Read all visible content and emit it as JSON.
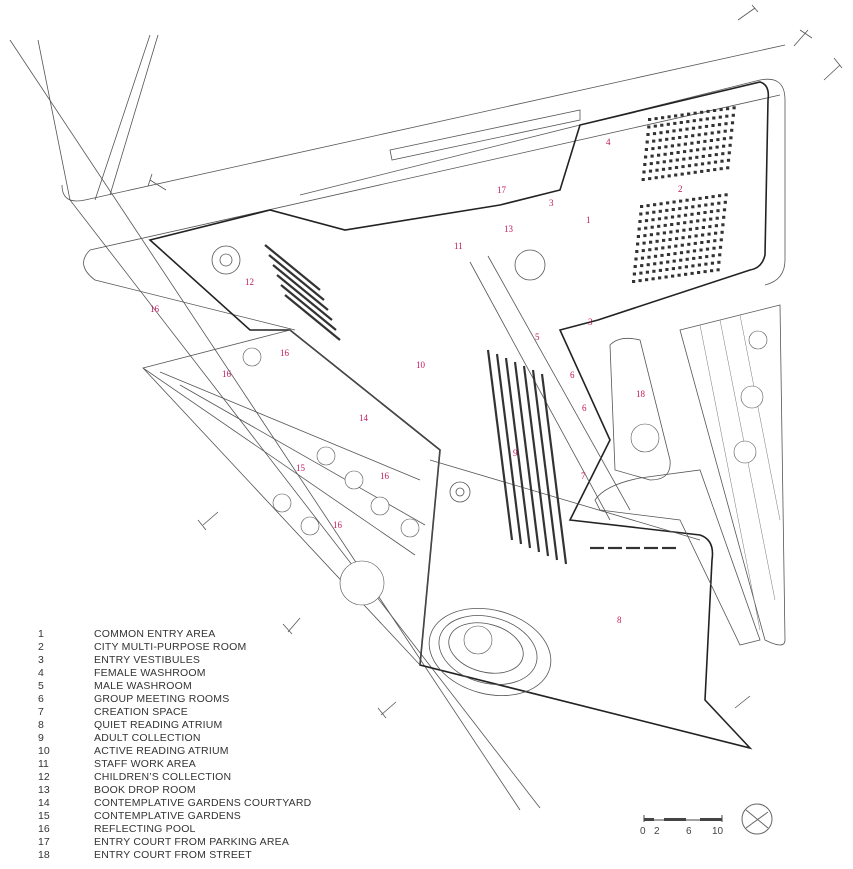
{
  "plan_labels": [
    {
      "id": "1",
      "text": "1"
    },
    {
      "id": "2",
      "text": "2"
    },
    {
      "id": "3a",
      "text": "3"
    },
    {
      "id": "3b",
      "text": "3"
    },
    {
      "id": "4",
      "text": "4"
    },
    {
      "id": "5",
      "text": "5"
    },
    {
      "id": "6a",
      "text": "6"
    },
    {
      "id": "6b",
      "text": "6"
    },
    {
      "id": "7",
      "text": "7"
    },
    {
      "id": "8",
      "text": "8"
    },
    {
      "id": "9",
      "text": "9"
    },
    {
      "id": "10",
      "text": "10"
    },
    {
      "id": "11",
      "text": "11"
    },
    {
      "id": "12",
      "text": "12"
    },
    {
      "id": "13",
      "text": "13"
    },
    {
      "id": "14",
      "text": "14"
    },
    {
      "id": "15",
      "text": "15"
    },
    {
      "id": "16a",
      "text": "16"
    },
    {
      "id": "16b",
      "text": "16"
    },
    {
      "id": "16c",
      "text": "16"
    },
    {
      "id": "16d",
      "text": "16"
    },
    {
      "id": "16e",
      "text": "16"
    },
    {
      "id": "17",
      "text": "17"
    },
    {
      "id": "18",
      "text": "18"
    }
  ],
  "legend": [
    {
      "num": "1",
      "label": "COMMON ENTRY AREA"
    },
    {
      "num": "2",
      "label": "CITY MULTI-PURPOSE ROOM"
    },
    {
      "num": "3",
      "label": "ENTRY VESTIBULES"
    },
    {
      "num": "4",
      "label": "FEMALE WASHROOM"
    },
    {
      "num": "5",
      "label": "MALE WASHROOM"
    },
    {
      "num": "6",
      "label": "GROUP MEETING ROOMS"
    },
    {
      "num": "7",
      "label": "CREATION SPACE"
    },
    {
      "num": "8",
      "label": "QUIET READING ATRIUM"
    },
    {
      "num": "9",
      "label": "ADULT COLLECTION"
    },
    {
      "num": "10",
      "label": "ACTIVE READING ATRIUM"
    },
    {
      "num": "11",
      "label": "STAFF WORK AREA"
    },
    {
      "num": "12",
      "label": "CHILDREN’S COLLECTION"
    },
    {
      "num": "13",
      "label": "BOOK DROP ROOM"
    },
    {
      "num": "14",
      "label": "CONTEMPLATIVE GARDENS COURTYARD"
    },
    {
      "num": "15",
      "label": "CONTEMPLATIVE GARDENS"
    },
    {
      "num": "16",
      "label": "REFLECTING POOL"
    },
    {
      "num": "17",
      "label": "ENTRY COURT FROM PARKING AREA"
    },
    {
      "num": "18",
      "label": "ENTRY COURT FROM STREET"
    }
  ],
  "scale_bar": {
    "ticks": [
      "0",
      "2",
      "6",
      "10"
    ]
  },
  "colors": {
    "label": "#c2185b",
    "line": "#555555",
    "text": "#333333"
  }
}
